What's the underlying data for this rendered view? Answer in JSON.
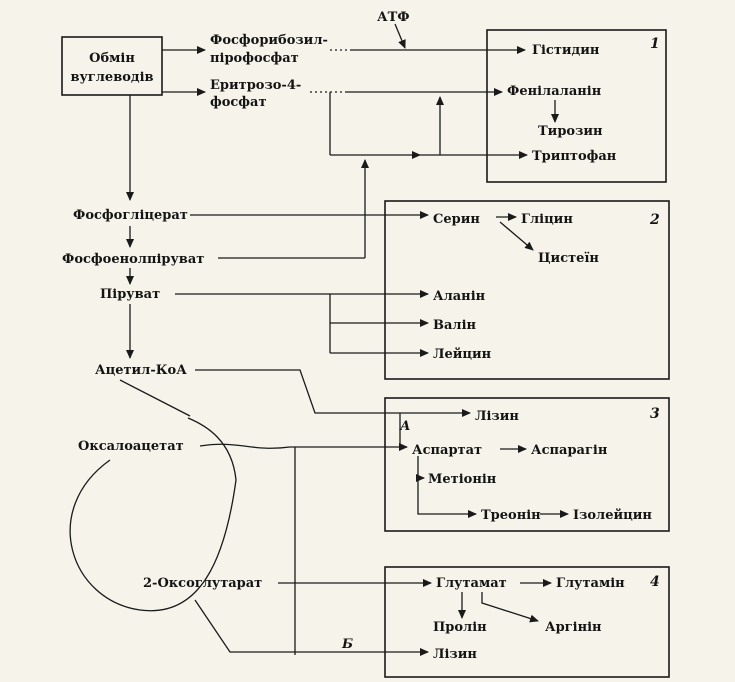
{
  "sources": {
    "carb_metabolism": [
      "Обмін",
      "вуглеводів"
    ],
    "prpp": [
      "Фосфорибозил-",
      "пірофосфат"
    ],
    "e4p": [
      "Еритрозо-4-",
      "фосфат"
    ],
    "atp": "АТФ",
    "pga": "Фосфогліцерат",
    "pep": "Фосфоенолпіруват",
    "pyruvate": "Піруват",
    "acetyl_coa": "Ацетил-КоА",
    "oxaloacetate": "Оксалоацетат",
    "oxoglutarate": "2-Оксоглутарат"
  },
  "groups": [
    {
      "number": "1",
      "products": [
        "Гістидин",
        "Фенілаланін",
        "Тирозин",
        "Триптофан"
      ]
    },
    {
      "number": "2",
      "products": [
        "Серин",
        "Гліцин",
        "Цистеїн",
        "Аланін",
        "Валін",
        "Лейцин"
      ]
    },
    {
      "number": "3",
      "products": [
        "Лізин",
        "Аспартат",
        "Аспарагін",
        "Метіонін",
        "Треонін",
        "Ізолейцин"
      ],
      "path_label": "А"
    },
    {
      "number": "4",
      "products": [
        "Глутамат",
        "Глутамін",
        "Пролін",
        "Аргінін",
        "Лізин"
      ],
      "path_label": "Б"
    }
  ]
}
